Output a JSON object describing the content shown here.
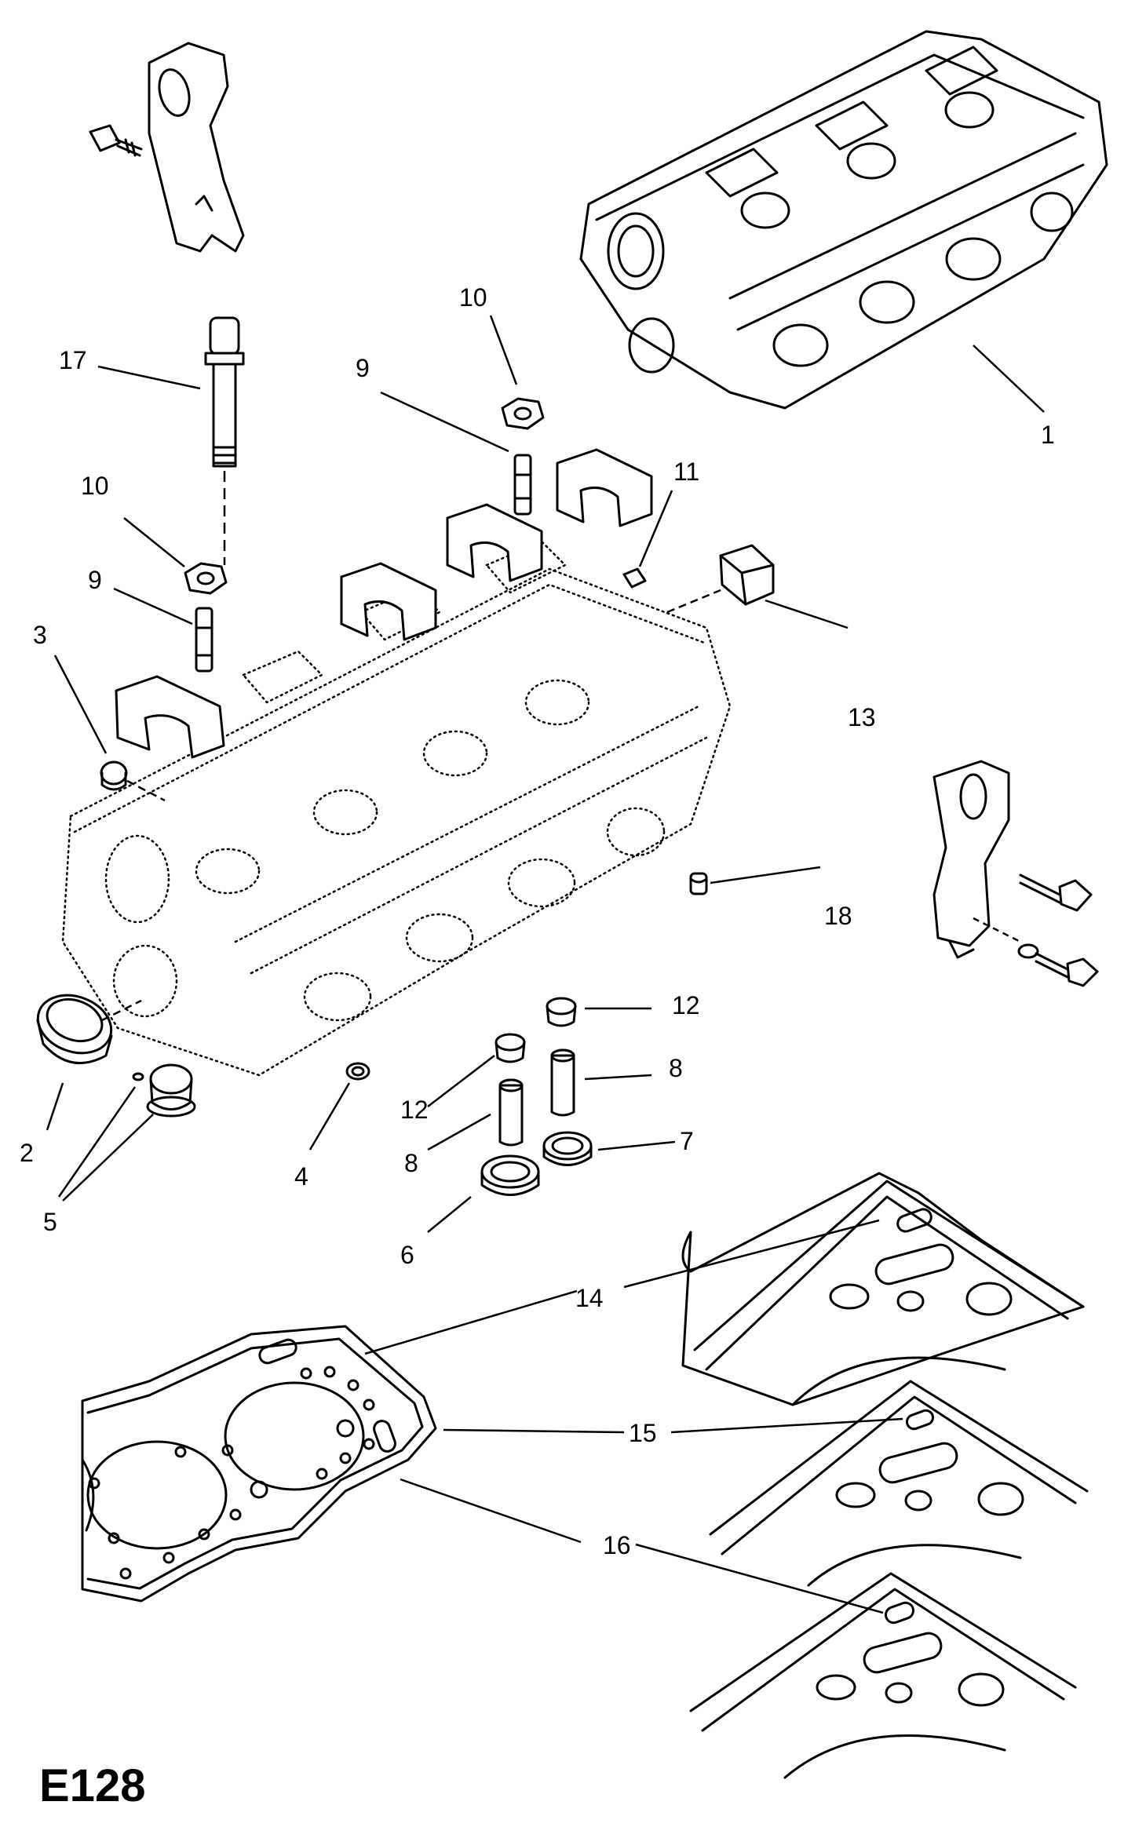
{
  "figure_id": "E128",
  "callouts": {
    "c1": "1",
    "c2": "2",
    "c3": "3",
    "c4": "4",
    "c5": "5",
    "c6": "6",
    "c7": "7",
    "c8a": "8",
    "c8b": "8",
    "c9a": "9",
    "c9b": "9",
    "c10a": "10",
    "c10b": "10",
    "c11": "11",
    "c12a": "12",
    "c12b": "12",
    "c13": "13",
    "c14": "14",
    "c15": "15",
    "c16": "16",
    "c17": "17",
    "c18": "18"
  }
}
